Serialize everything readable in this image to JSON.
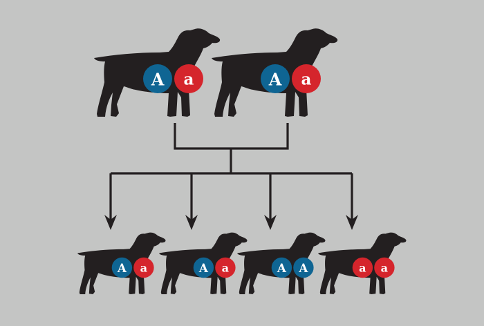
{
  "colors": {
    "background": "#c4c5c4",
    "silhouette": "#231f20",
    "dominant_allele": "#0f6593",
    "recessive_allele": "#d5252c",
    "allele_text": "#ffffff"
  },
  "icons": {
    "dog": "dog-silhouette-icon",
    "arrow": "arrow-down-icon"
  },
  "parents": [
    {
      "alleles": [
        "A",
        "a"
      ]
    },
    {
      "alleles": [
        "A",
        "a"
      ]
    }
  ],
  "offspring": [
    {
      "alleles": [
        "A",
        "a"
      ]
    },
    {
      "alleles": [
        "A",
        "a"
      ]
    },
    {
      "alleles": [
        "A",
        "A"
      ]
    },
    {
      "alleles": [
        "a",
        "a"
      ]
    }
  ]
}
